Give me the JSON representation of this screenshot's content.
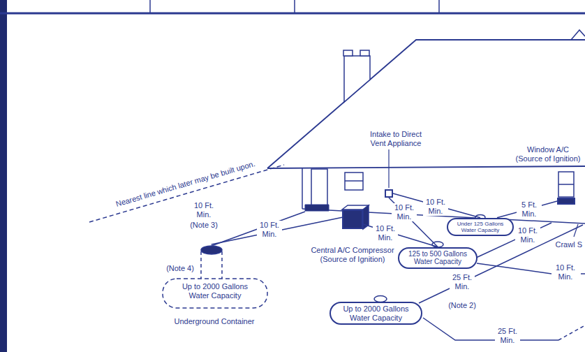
{
  "diagram": {
    "nodes": [
      {
        "text": [
          "Intake to Direct Vent Appliance"
        ]
      },
      {
        "text": [
          "Central A/C Compressor (Source of Ignition)"
        ]
      },
      {
        "text": [
          "Window A/C (Source of Ignition)"
        ]
      },
      {
        "text": [
          "Under 125 Gallons Water Capacity"
        ]
      },
      {
        "text": [
          "125 to 500 Gallons Water Capacity"
        ]
      },
      {
        "text": [
          "Up to 2000 Gallons Water Capacity"
        ]
      },
      {
        "text": [
          "Up to 2000 Gallons Water Capacity",
          "Underground Container"
        ]
      }
    ],
    "edges": [
      {
        "from": 6,
        "to": 1,
        "arrow": "none",
        "label": "10 Ft. Min."
      },
      {
        "from": 0,
        "to": 3,
        "arrow": "none",
        "label": "10 Ft. Min."
      },
      {
        "from": 0,
        "to": 4,
        "arrow": "none",
        "label": "10 Ft. Min."
      },
      {
        "from": 1,
        "to": 4,
        "arrow": "none",
        "label": "10 Ft. Min."
      },
      {
        "from": 3,
        "to": 2,
        "arrow": "none",
        "label": "5 Ft. Min."
      }
    ],
    "labels": [
      "Nearest line which later may be built upon.",
      "10 Ft. Min.",
      "(Note 3)",
      "(Note 4)",
      "Crawl S",
      "10 Ft. Min.",
      "10 Ft. Min.",
      "25 Ft. Min.",
      "(Note 2)",
      "25 Ft. Min."
    ]
  }
}
